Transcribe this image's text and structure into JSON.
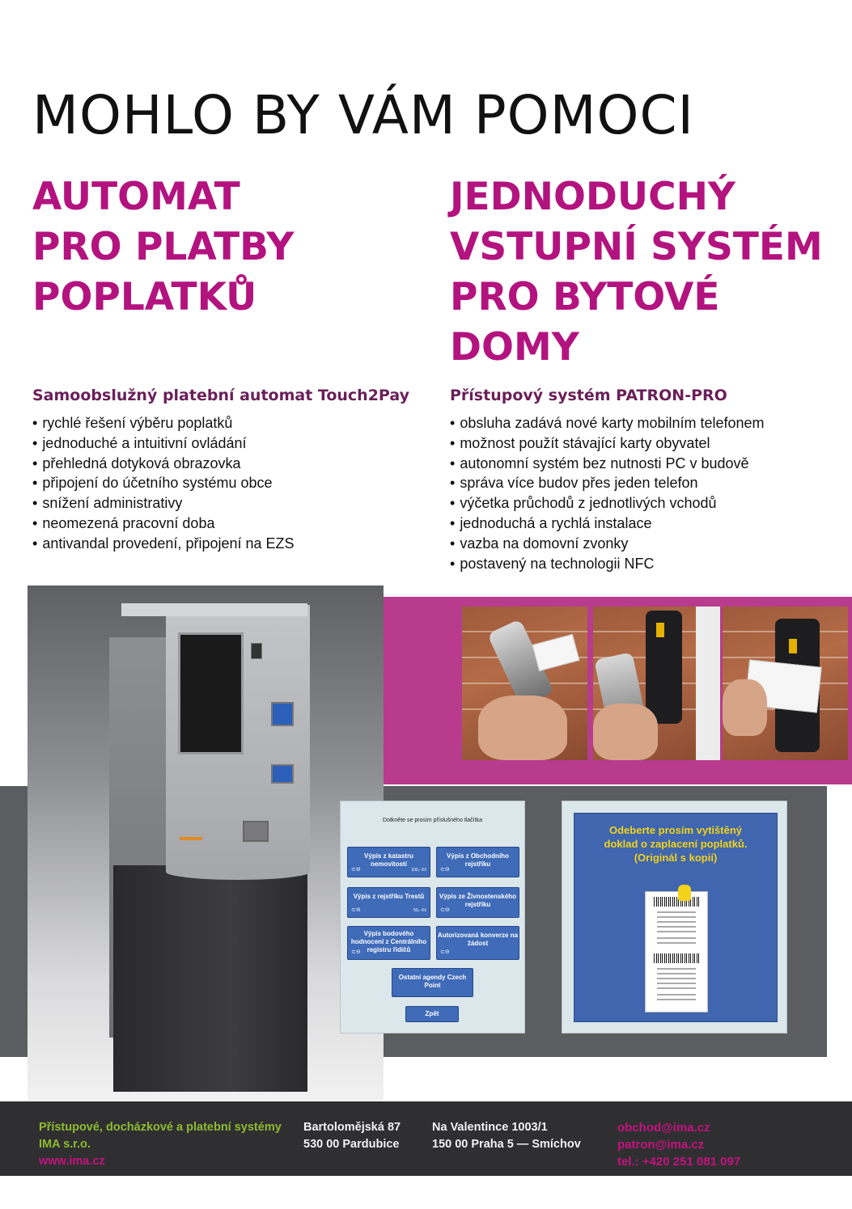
{
  "title": "MOHLO BY VÁM POMOCI",
  "left": {
    "headline": [
      "AUTOMAT",
      "PRO PLATBY",
      "POPLATKŮ"
    ],
    "subtitle": "Samoobslužný platební automat Touch2Pay",
    "bullets": [
      "rychlé řešení výběru poplatků",
      "jednoduché a intuitivní ovládání",
      "přehledná dotyková obrazovka",
      "připojení do účetního systému obce",
      "snížení administrativy",
      "neomezená pracovní doba",
      "antivandal provedení, připojení na EZS"
    ]
  },
  "right": {
    "headline": [
      "JEDNODUCHÝ",
      "VSTUPNÍ SYSTÉM",
      "PRO BYTOVÉ",
      "DOMY"
    ],
    "subtitle": "Přístupový systém PATRON-PRO",
    "bullets": [
      "obsluha zadává nové karty mobilním telefonem",
      "možnost použít stávající karty obyvatel",
      "autonomní systém bez nutnosti PC v budově",
      "správa více budov přes jeden telefon",
      "výčetka průchodů z jednotlivých vchodů",
      "jednoduchá a rychlá instalace",
      "vazba na domovní zvonky",
      "postavený na technologii NFC"
    ]
  },
  "screen1": {
    "heading": "Dotkněte se prosím příslušného tlačítka",
    "buttons": [
      {
        "label": "Výpis z katastru nemovitostí",
        "price": "100,- Kč"
      },
      {
        "label": "Výpis z Obchodního rejstříku",
        "price": ""
      },
      {
        "label": "Výpis z rejstříku Trestů",
        "price": "50,- Kč"
      },
      {
        "label": "Výpis ze Živnostenského rejstříku",
        "price": ""
      },
      {
        "label": "Výpis bodového hodnocení z Centrálního registru řidičů",
        "price": ""
      },
      {
        "label": "Autorizovaná konverze na žádost",
        "price": ""
      }
    ],
    "other": "Ostatní agendy Czech Point",
    "back": "Zpět"
  },
  "screen2": {
    "message": [
      "Odeberte prosím vytištěný",
      "doklad o zaplacení poplatků.",
      "(Originál s kopií)"
    ]
  },
  "footer": {
    "company_line1": "Přístupové, docházkové a platební systémy",
    "company_line2": "IMA s.r.o.",
    "web": "www.ima.cz",
    "addr1_line1": "Bartolomějská 87",
    "addr1_line2": "530 00  Pardubice",
    "addr2_line1": "Na Valentince 1003/1",
    "addr2_line2": "150 00  Praha 5 — Smíchov",
    "email1": "obchod@ima.cz",
    "email2": "patron@ima.cz",
    "phone": "tel.: +420 251 081 097"
  },
  "colors": {
    "accent": "#b3137f",
    "subtitle": "#6a1f58",
    "footer_bg": "#2f2f31",
    "footer_green": "#8dbb2f",
    "footer_magenta": "#c4127f"
  }
}
